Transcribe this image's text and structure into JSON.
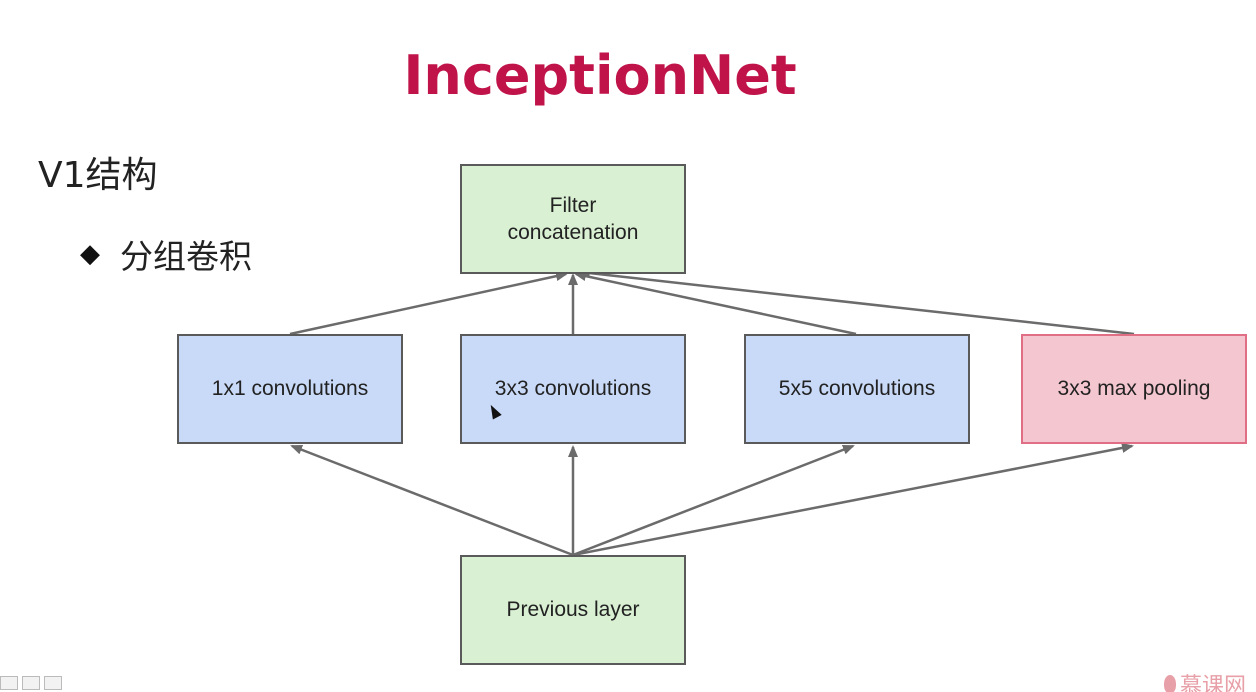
{
  "slide": {
    "title": "InceptionNet",
    "section": "V1结构",
    "bullet": "分组卷积",
    "bullet_symbol": "◆"
  },
  "diagram": {
    "nodes": {
      "filter_concat": "Filter\nconcatenation",
      "conv1x1": "1x1 convolutions",
      "conv3x3": "3x3 convolutions",
      "conv5x5": "5x5 convolutions",
      "maxpool": "3x3 max pooling",
      "previous": "Previous layer"
    },
    "colors": {
      "green": "#d9f0d3",
      "blue": "#c9daf8",
      "pink": "#f4c7d0",
      "title": "#c0134a",
      "edge": "#6b6b6b"
    }
  },
  "footer": {
    "watermark": "慕课网"
  }
}
